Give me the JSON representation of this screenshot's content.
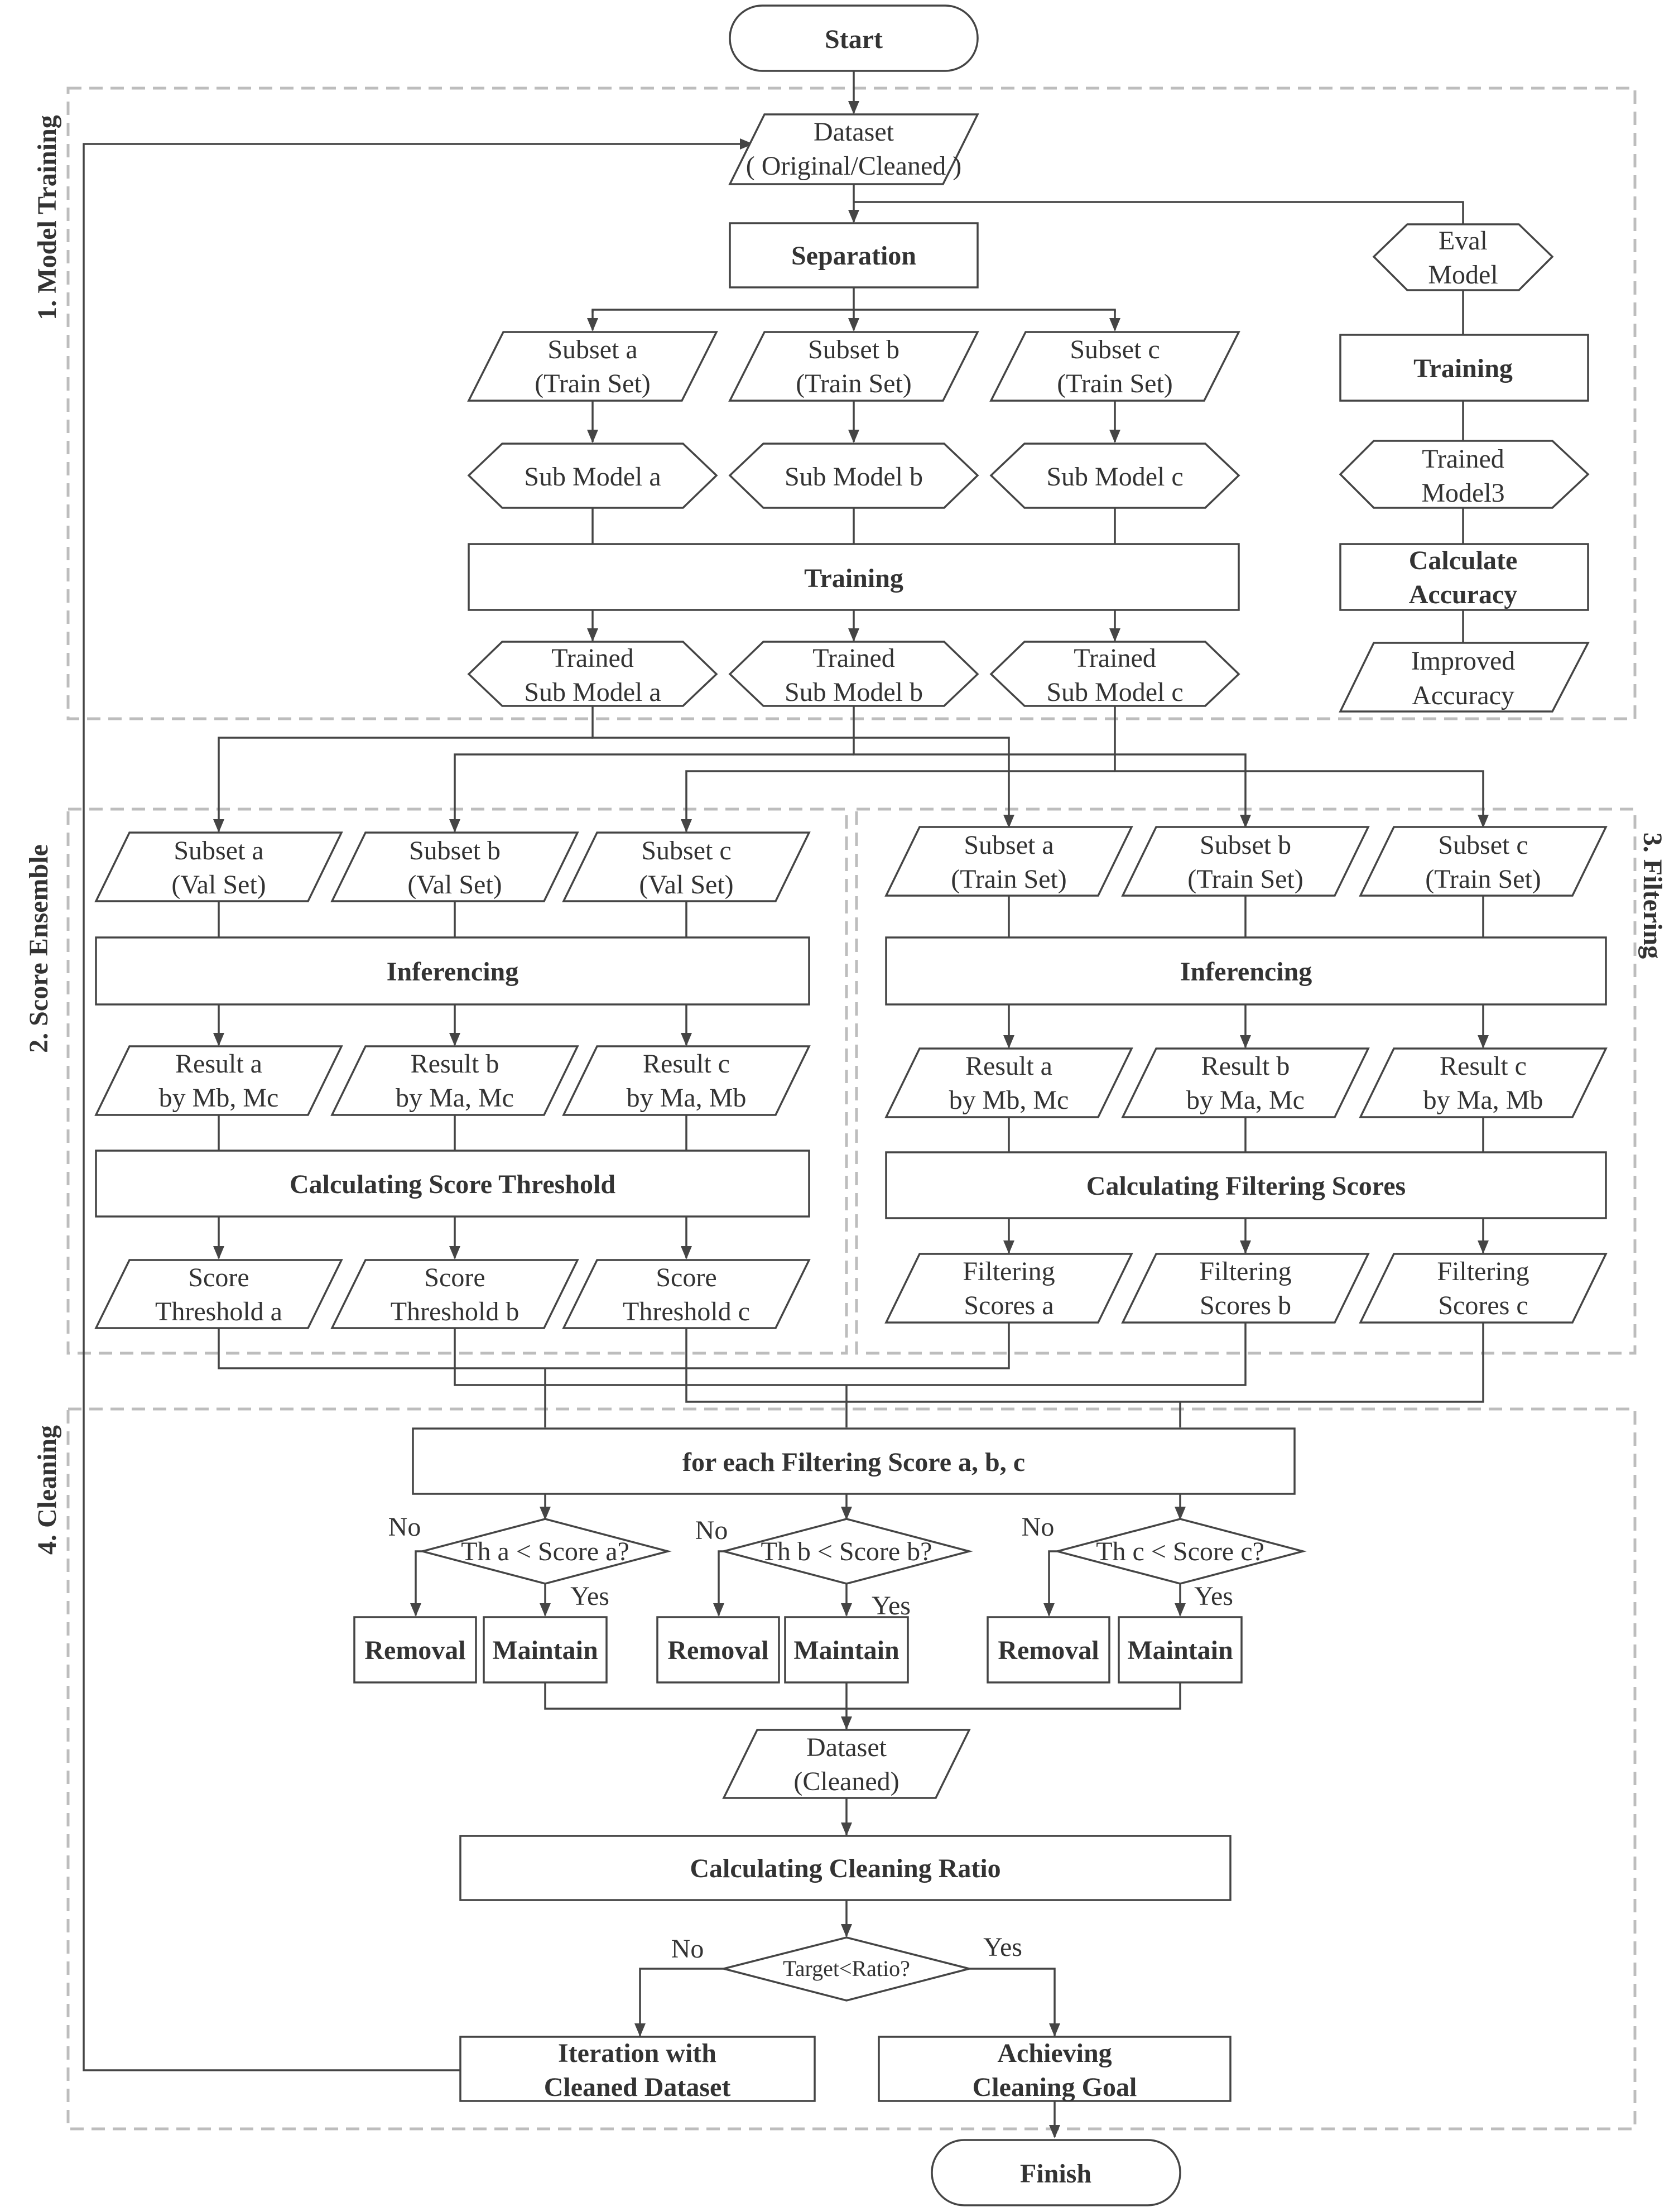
{
  "sections": {
    "training": "1. Model Training",
    "ensemble": "2. Score Ensemble",
    "filtering": "3. Filtering",
    "cleaning": "4. Cleaning"
  },
  "nodes": {
    "start": "Start",
    "dataset_1": "Dataset",
    "dataset_2": "( Original/Cleaned )",
    "separation": "Separation",
    "eval_model_1": "Eval",
    "eval_model_2": "Model",
    "eval_training": "Training",
    "trained_model3_1": "Trained",
    "trained_model3_2": "Model3",
    "calc_accuracy_1": "Calculate",
    "calc_accuracy_2": "Accuracy",
    "improved_accuracy_1": "Improved",
    "improved_accuracy_2": "Accuracy",
    "train_subsets": [
      {
        "line1": "Subset a",
        "line2": "(Train Set)"
      },
      {
        "line1": "Subset b",
        "line2": "(Train Set)"
      },
      {
        "line1": "Subset c",
        "line2": "(Train Set)"
      }
    ],
    "sub_models": [
      "Sub Model a",
      "Sub Model b",
      "Sub Model c"
    ],
    "training": "Training",
    "trained_sub_models": [
      {
        "line1": "Trained",
        "line2": "Sub Model a"
      },
      {
        "line1": "Trained",
        "line2": "Sub Model b"
      },
      {
        "line1": "Trained",
        "line2": "Sub Model c"
      }
    ],
    "val_subsets": [
      {
        "line1": "Subset a",
        "line2": "(Val Set)"
      },
      {
        "line1": "Subset b",
        "line2": "(Val Set)"
      },
      {
        "line1": "Subset c",
        "line2": "(Val Set)"
      }
    ],
    "inferencing_left": "Inferencing",
    "results_left": [
      {
        "line1": "Result a",
        "line2": "by Mb, Mc"
      },
      {
        "line1": "Result b",
        "line2": "by Ma, Mc"
      },
      {
        "line1": "Result c",
        "line2": "by Ma, Mb"
      }
    ],
    "calc_score_threshold": "Calculating Score Threshold",
    "score_thresholds": [
      {
        "line1": "Score",
        "line2": "Threshold a"
      },
      {
        "line1": "Score",
        "line2": "Threshold b"
      },
      {
        "line1": "Score",
        "line2": "Threshold c"
      }
    ],
    "filter_train_subsets": [
      {
        "line1": "Subset a",
        "line2": "(Train Set)"
      },
      {
        "line1": "Subset b",
        "line2": "(Train Set)"
      },
      {
        "line1": "Subset c",
        "line2": "(Train Set)"
      }
    ],
    "inferencing_right": "Inferencing",
    "results_right": [
      {
        "line1": "Result a",
        "line2": "by Mb, Mc"
      },
      {
        "line1": "Result b",
        "line2": "by Ma, Mc"
      },
      {
        "line1": "Result c",
        "line2": "by Ma, Mb"
      }
    ],
    "calc_filtering_scores": "Calculating Filtering Scores",
    "filtering_scores": [
      {
        "line1": "Filtering",
        "line2": "Scores a"
      },
      {
        "line1": "Filtering",
        "line2": "Scores b"
      },
      {
        "line1": "Filtering",
        "line2": "Scores c"
      }
    ],
    "for_each": "for each Filtering Score a, b, c",
    "decisions": [
      {
        "label": "Th a < Score a?",
        "no": "No",
        "yes": "Yes",
        "removal": "Removal",
        "maintain": "Maintain"
      },
      {
        "label": "Th b < Score b?",
        "no": "No",
        "yes": "Yes",
        "removal": "Removal",
        "maintain": "Maintain"
      },
      {
        "label": "Th c < Score c?",
        "no": "No",
        "yes": "Yes",
        "removal": "Removal",
        "maintain": "Maintain"
      }
    ],
    "dataset_cleaned_1": "Dataset",
    "dataset_cleaned_2": "(Cleaned)",
    "calc_cleaning_ratio": "Calculating Cleaning Ratio",
    "target_decision": "Target<Ratio?",
    "target_no": "No",
    "target_yes": "Yes",
    "iteration_1": "Iteration with",
    "iteration_2": "Cleaned Dataset",
    "achieving_1": "Achieving",
    "achieving_2": "Cleaning Goal",
    "finish": "Finish"
  }
}
